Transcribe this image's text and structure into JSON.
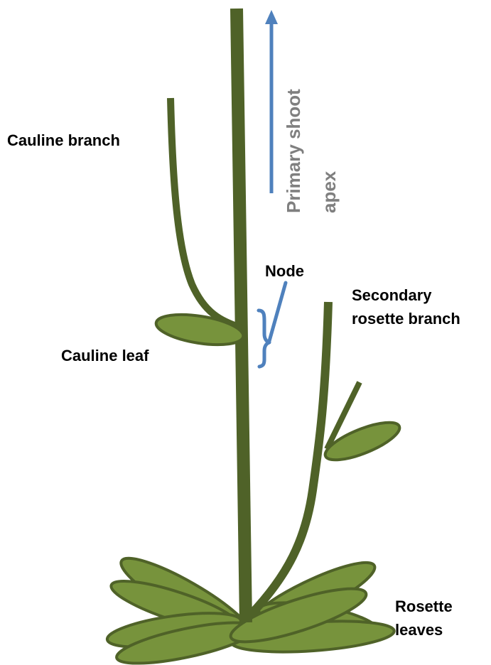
{
  "labels": {
    "cauline_branch": "Cauline branch",
    "primary_apex_line1": "Primary shoot",
    "primary_apex_line2": "apex",
    "node": "Node",
    "secondary_line1": "Secondary",
    "secondary_line2": "rosette branch",
    "cauline_leaf": "Cauline leaf",
    "rosette_line1": "Rosette",
    "rosette_line2": "leaves"
  },
  "colors": {
    "stem": "#4f6228",
    "leaf_fill": "#77933c",
    "leaf_stroke": "#4f6228",
    "arrow": "#4f81bd",
    "apex_text": "#7f7f7f",
    "label_text": "#000000"
  }
}
